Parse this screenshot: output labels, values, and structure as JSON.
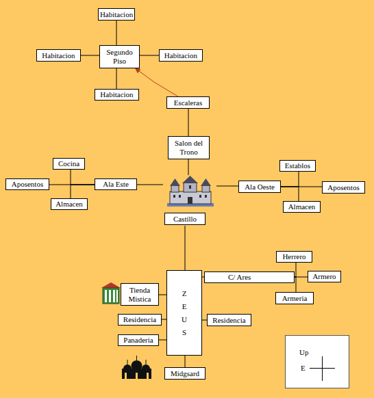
{
  "diagram": {
    "nodes": [
      {
        "text": [
          "Habitacion"
        ]
      },
      {
        "text": [
          "Habitacion"
        ]
      },
      {
        "text": [
          "Segundo Piso"
        ]
      },
      {
        "text": [
          "Habitacion"
        ]
      },
      {
        "text": [
          "Habitacion"
        ]
      },
      {
        "text": [
          "Escaleras"
        ]
      },
      {
        "text": [
          "Salon del Trono"
        ]
      },
      {
        "text": [
          "Cocina"
        ]
      },
      {
        "text": [
          "Aposentos"
        ]
      },
      {
        "text": [
          "Ala Este"
        ]
      },
      {
        "text": [
          "Establos"
        ]
      },
      {
        "text": [
          "Ala Oeste"
        ]
      },
      {
        "text": [
          "Aposentos"
        ]
      },
      {
        "text": [
          "Almacen"
        ]
      },
      {
        "text": [
          "Almacen"
        ]
      },
      {
        "text": [
          "Castillo"
        ]
      },
      {
        "text": [
          "Herrero"
        ]
      },
      {
        "text": [
          "C/ Ares"
        ]
      },
      {
        "text": [
          "Armero"
        ]
      },
      {
        "text": [
          "Tienda Mistica"
        ]
      },
      {
        "text": [
          "Z E U S"
        ]
      },
      {
        "text": [
          "Armeria"
        ]
      },
      {
        "text": [
          "Residencia"
        ]
      },
      {
        "text": [
          "Residencia"
        ]
      },
      {
        "text": [
          "Panaderia"
        ]
      },
      {
        "text": [
          "Midgsard"
        ]
      }
    ],
    "edges": [
      {
        "from": 2,
        "to": 0,
        "arrow": "none"
      },
      {
        "from": 2,
        "to": 1,
        "arrow": "none"
      },
      {
        "from": 2,
        "to": 3,
        "arrow": "none"
      },
      {
        "from": 2,
        "to": 4,
        "arrow": "none"
      },
      {
        "from": 5,
        "to": 2,
        "arrow": "to"
      },
      {
        "from": 5,
        "to": 6,
        "arrow": "none"
      },
      {
        "from": 6,
        "to": 15,
        "arrow": "none"
      },
      {
        "from": 9,
        "to": 15,
        "arrow": "none"
      },
      {
        "from": 11,
        "to": 15,
        "arrow": "none"
      },
      {
        "from": 9,
        "to": 7,
        "arrow": "none"
      },
      {
        "from": 9,
        "to": 8,
        "arrow": "none"
      },
      {
        "from": 9,
        "to": 13,
        "arrow": "none"
      },
      {
        "from": 11,
        "to": 10,
        "arrow": "none"
      },
      {
        "from": 11,
        "to": 12,
        "arrow": "none"
      },
      {
        "from": 11,
        "to": 14,
        "arrow": "none"
      },
      {
        "from": 15,
        "to": 20,
        "arrow": "none"
      },
      {
        "from": 20,
        "to": 17,
        "arrow": "none"
      },
      {
        "from": 17,
        "to": 16,
        "arrow": "none"
      },
      {
        "from": 17,
        "to": 18,
        "arrow": "none"
      },
      {
        "from": 17,
        "to": 21,
        "arrow": "none"
      },
      {
        "from": 20,
        "to": 19,
        "arrow": "none"
      },
      {
        "from": 20,
        "to": 22,
        "arrow": "none"
      },
      {
        "from": 20,
        "to": 23,
        "arrow": "none"
      },
      {
        "from": 20,
        "to": 24,
        "arrow": "none"
      },
      {
        "from": 20,
        "to": 25,
        "arrow": "none"
      }
    ],
    "labels": [
      "Up",
      "E"
    ]
  }
}
